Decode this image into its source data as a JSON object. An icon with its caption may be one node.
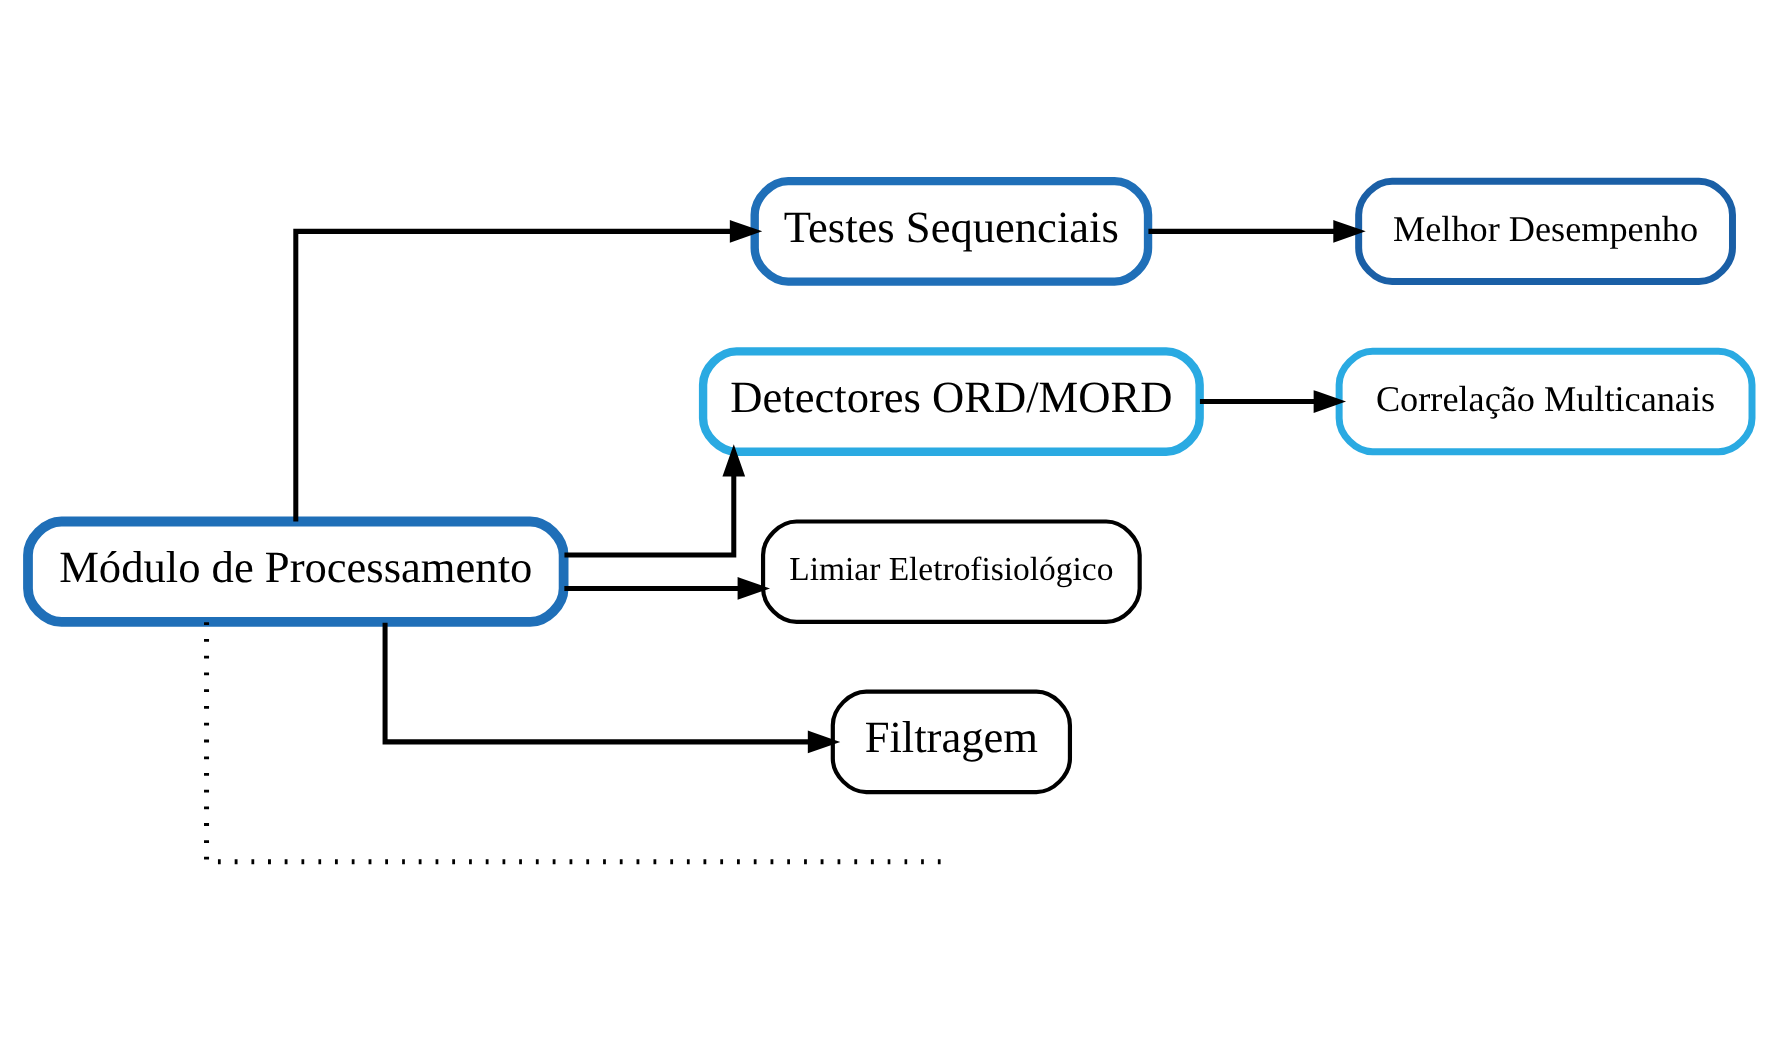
{
  "diagram": {
    "nodes": [
      {
        "text": [
          "Módulo de Processamento"
        ]
      },
      {
        "text": [
          "Testes Sequenciais"
        ]
      },
      {
        "text": [
          "Melhor Desempenho"
        ]
      },
      {
        "text": [
          "Detectores ORD/MORD"
        ]
      },
      {
        "text": [
          "Correlação Multicanais"
        ]
      },
      {
        "text": [
          "Limiar Eletrofisiológico"
        ]
      },
      {
        "text": [
          "Filtragem"
        ]
      }
    ],
    "edges": [
      {
        "from": 0,
        "to": 1,
        "arrow": "to"
      },
      {
        "from": 1,
        "to": 2,
        "arrow": "to"
      },
      {
        "from": 0,
        "to": 3,
        "arrow": "to"
      },
      {
        "from": 3,
        "to": 4,
        "arrow": "to"
      },
      {
        "from": 0,
        "to": 5,
        "arrow": "to"
      },
      {
        "from": 0,
        "to": 6,
        "arrow": "to"
      },
      {
        "from": 0,
        "to": null,
        "arrow": "none",
        "style": "dashed"
      }
    ]
  }
}
